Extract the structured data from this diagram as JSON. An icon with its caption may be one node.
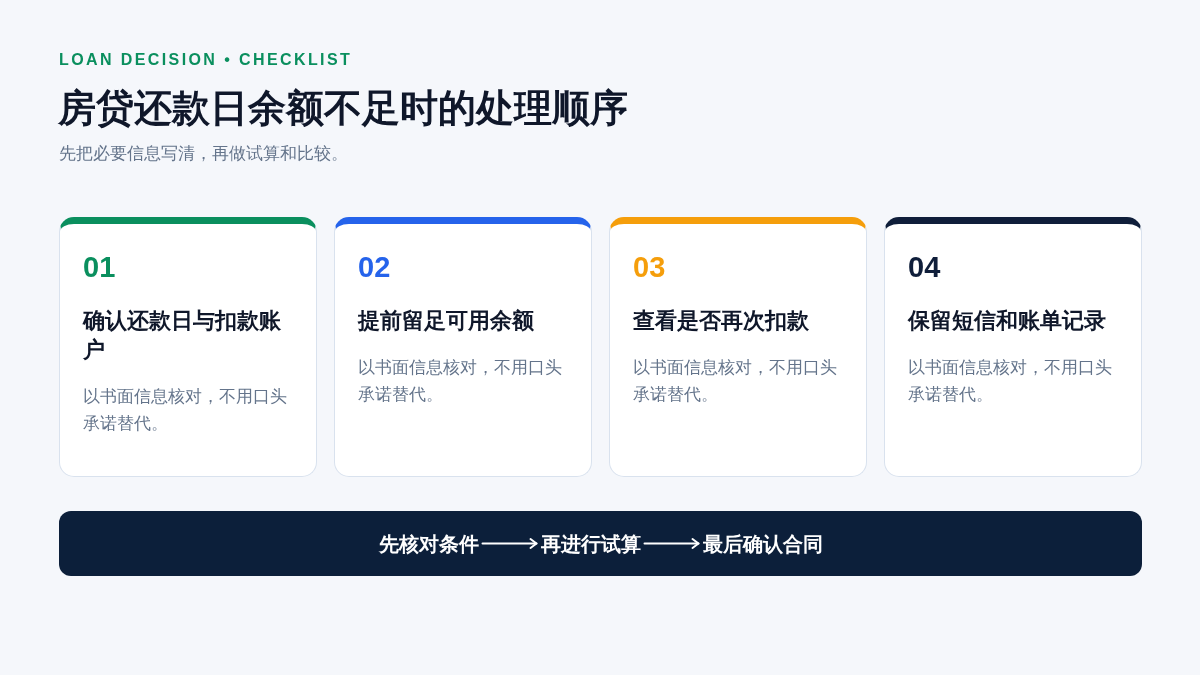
{
  "diagram": {
    "title": "房贷还款日余额不足时的处理顺序",
    "nodes": [
      {
        "text": [
          "01",
          "确认还款日与扣款账户",
          "以书面信息核对，不用口头承诺替代。"
        ]
      },
      {
        "text": [
          "02",
          "提前留足可用余额",
          "以书面信息核对，不用口头承诺替代。"
        ]
      },
      {
        "text": [
          "03",
          "查看是否再次扣款",
          "以书面信息核对，不用口头承诺替代。"
        ]
      },
      {
        "text": [
          "04",
          "保留短信和账单记录",
          "以书面信息核对，不用口头承诺替代。"
        ]
      },
      {
        "text": [],
        "shape": "bar"
      },
      {
        "text": [
          "先核对条件"
        ],
        "in": 4
      },
      {
        "text": [
          "再进行试算"
        ],
        "in": 4
      },
      {
        "text": [
          "最后确认合同"
        ],
        "in": 4
      }
    ],
    "edges": [
      {
        "from": 5,
        "to": 6,
        "arrow": "to"
      },
      {
        "from": 6,
        "to": 7,
        "arrow": "to"
      }
    ],
    "labels": [
      "LOAN DECISION • CHECKLIST",
      "先把必要信息写清，再做试算和比较。"
    ]
  }
}
